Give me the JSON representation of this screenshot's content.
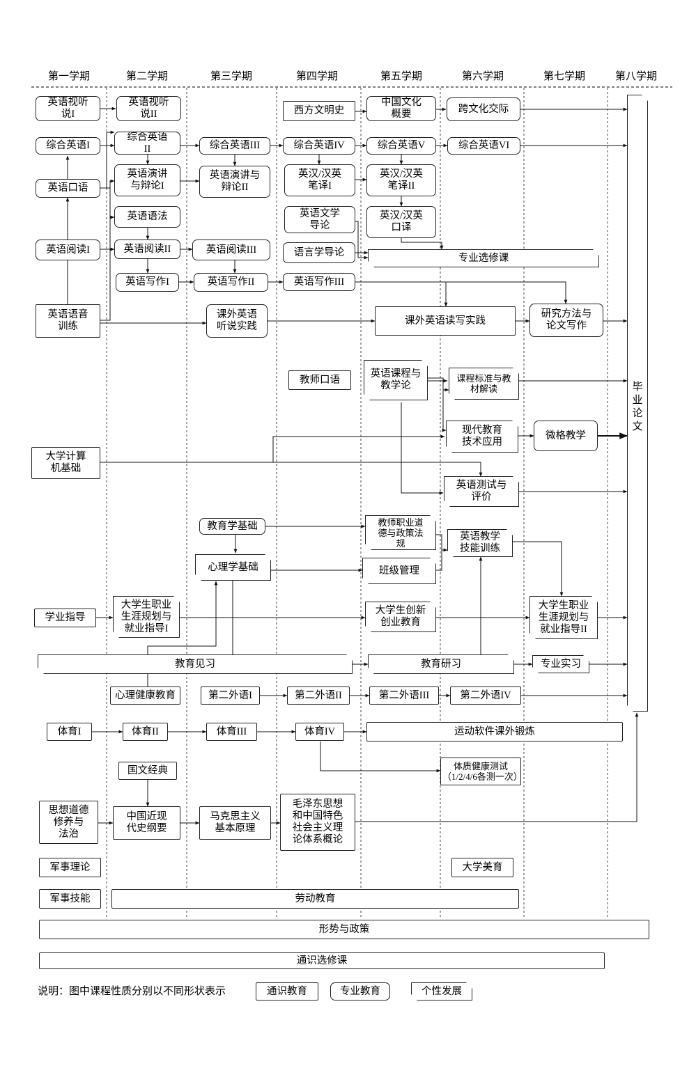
{
  "semesters": [
    "第一学期",
    "第二学期",
    "第三学期",
    "第四学期",
    "第五学期",
    "第六学期",
    "第七学期",
    "第八学期"
  ],
  "courses": {
    "c1": "英语视听\n说I",
    "c2": "英语视听\n说II",
    "c3": "西方文明史",
    "c4": "中国文化\n概要",
    "c5": "跨文化交际",
    "c6": "综合英语I",
    "c7": "综合英语\nII",
    "c8": "综合英语III",
    "c9": "综合英语IV",
    "c10": "综合英语V",
    "c11": "综合英语VI",
    "c12": "英语口语",
    "c13": "英语演讲\n与辩论I",
    "c14": "英语演讲与\n辩论II",
    "c15": "英汉/汉英\n笔译I",
    "c16": "英汉/汉英\n笔译II",
    "c17": "英语语法",
    "c18": "英语文学\n导论",
    "c19": "英汉/汉英\n口译",
    "c20": "英语阅读I",
    "c21": "英语阅读II",
    "c22": "英语阅读III",
    "c23": "语言学导论",
    "c24": "专业选修课",
    "c25": "英语写作I",
    "c26": "英语写作II",
    "c27": "英语写作III",
    "c28": "英语语音\n训练",
    "c29": "课外英语\n听说实践",
    "c30": "课外英语读写实践",
    "c31": "研究方法与\n论文写作",
    "c32": "教师口语",
    "c33": "英语课程与\n教学论",
    "c34": "课程标准与教\n材解读",
    "c35": "现代教育\n技术应用",
    "c36": "微格教学",
    "c37": "大学计算\n机基础",
    "c38": "英语测试与\n评价",
    "c39": "教育学基础",
    "c40": "教师职业道\n德与政策法\n规",
    "c41": "英语教学\n技能训练",
    "c42": "心理学基础",
    "c43": "班级管理",
    "c44": "学业指导",
    "c45": "大学生职业\n生涯规划与\n就业指导I",
    "c46": "大学生创新\n创业教育",
    "c47": "大学生职业\n生涯规划与\n就业指导II",
    "c48": "教育见习",
    "c49": "教育研习",
    "c50": "专业实习",
    "c51": "心理健康教育",
    "c52": "第二外语I",
    "c53": "第二外语II",
    "c54": "第二外语III",
    "c55": "第二外语IV",
    "c56": "体育I",
    "c57": "体育II",
    "c58": "体育III",
    "c59": "体育IV",
    "c60": "运动软件课外锻炼",
    "c61": "体质健康测试\n（1/2/4/6各测一次）",
    "c62": "国文经典",
    "c63": "思想道德\n修养与\n法治",
    "c64": "中国近现\n代史纲要",
    "c65": "马克思主义\n基本原理",
    "c66": "毛泽东思想\n和中国特色\n社会主义理\n论体系概论",
    "c67": "军事理论",
    "c68": "大学美育",
    "c69": "军事技能",
    "c70": "劳动教育",
    "c71": "形势与政策",
    "c72": "通识选修课",
    "c73": "毕\n业\n论\n文"
  },
  "legend": {
    "caption": "说明：图中课程性质分别以不同形状表示",
    "general": "通识教育",
    "major": "专业教育",
    "personal": "个性发展"
  }
}
